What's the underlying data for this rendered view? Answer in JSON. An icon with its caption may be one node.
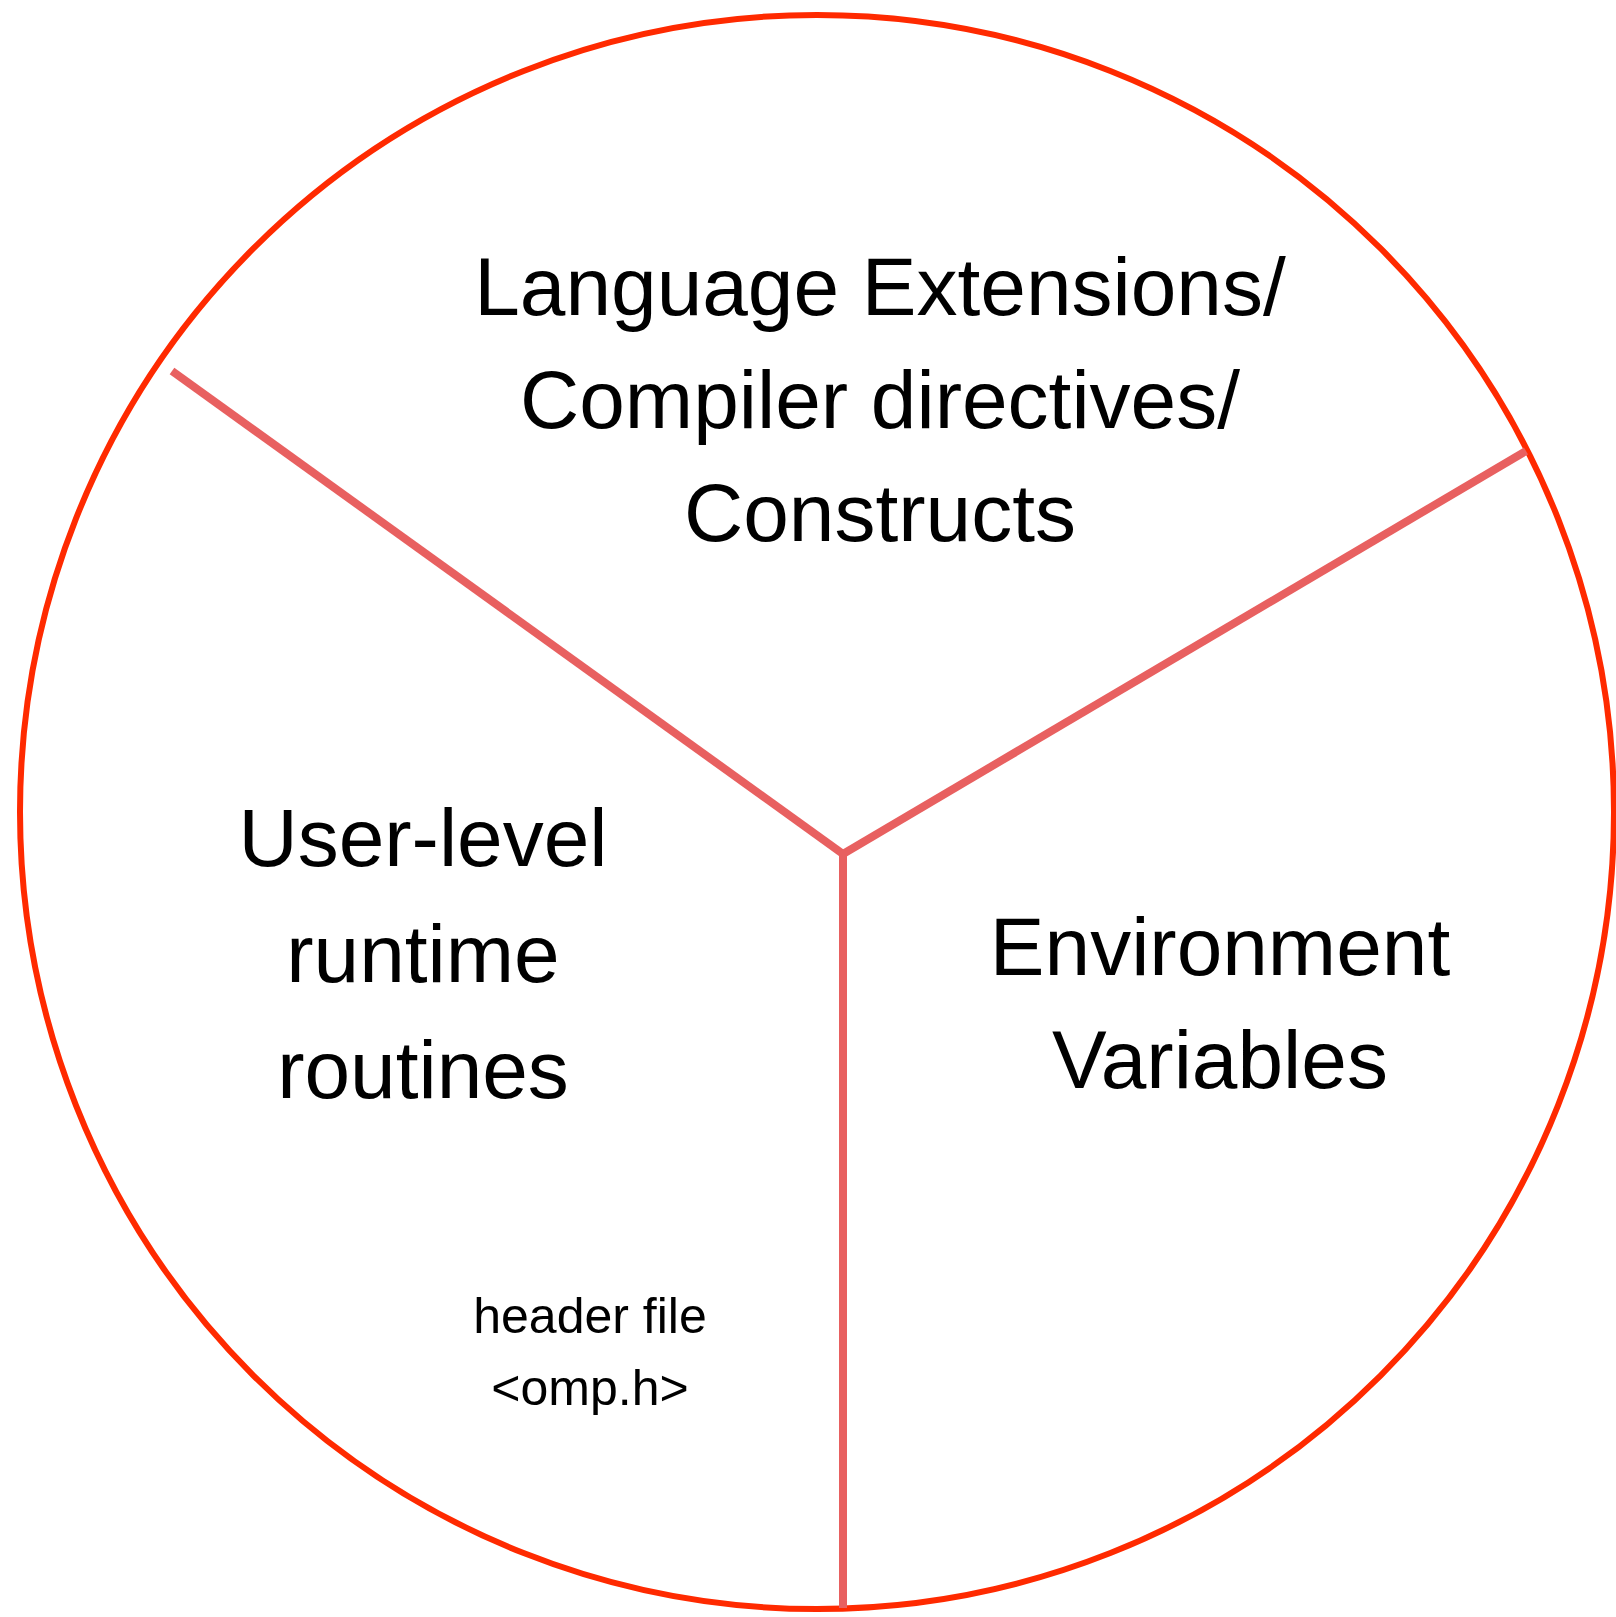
{
  "diagram": {
    "nodes": [
      {
        "text": [
          "Language Extensions/ Compiler directives/ Constructs"
        ]
      },
      {
        "text": [
          "User-level runtime routines",
          "header file <omp.h>"
        ]
      },
      {
        "text": [
          "Environment Variables"
        ]
      }
    ]
  }
}
